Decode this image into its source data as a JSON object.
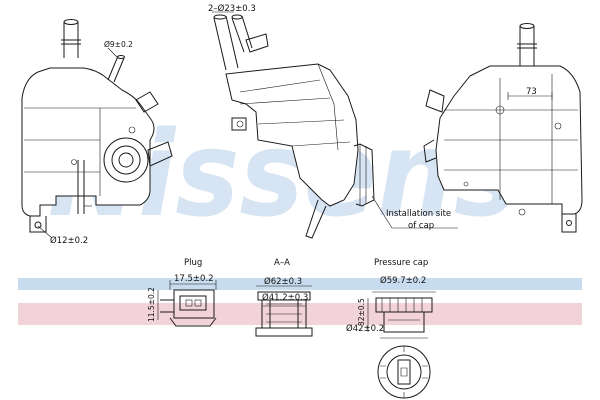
{
  "watermark": {
    "text": "Nissens",
    "text_color": "#c9dcef",
    "stripe_blue": "#c7dcee",
    "stripe_pink": "#f3d3da"
  },
  "dimensions": {
    "top_right_pipe": "2–Ø23±0.3",
    "left_small_pipe": "Ø9±0.2",
    "left_bottom_hole": "Ø12±0.2",
    "right_view_label": "73",
    "installation_note_line1": "Installation site",
    "installation_note_line2": "of cap"
  },
  "sections": {
    "plug": {
      "title": "Plug",
      "width": "17.5±0.2",
      "height": "11.5±0.2"
    },
    "section_aa": {
      "title": "A–A",
      "outer": "Ø62±0.3",
      "inner": "Ø41.2±0.3"
    },
    "pressure_cap": {
      "title": "Pressure cap",
      "outer": "Ø59.7±0.2",
      "height": "32±0.5",
      "inner": "Ø42±0.2"
    }
  }
}
